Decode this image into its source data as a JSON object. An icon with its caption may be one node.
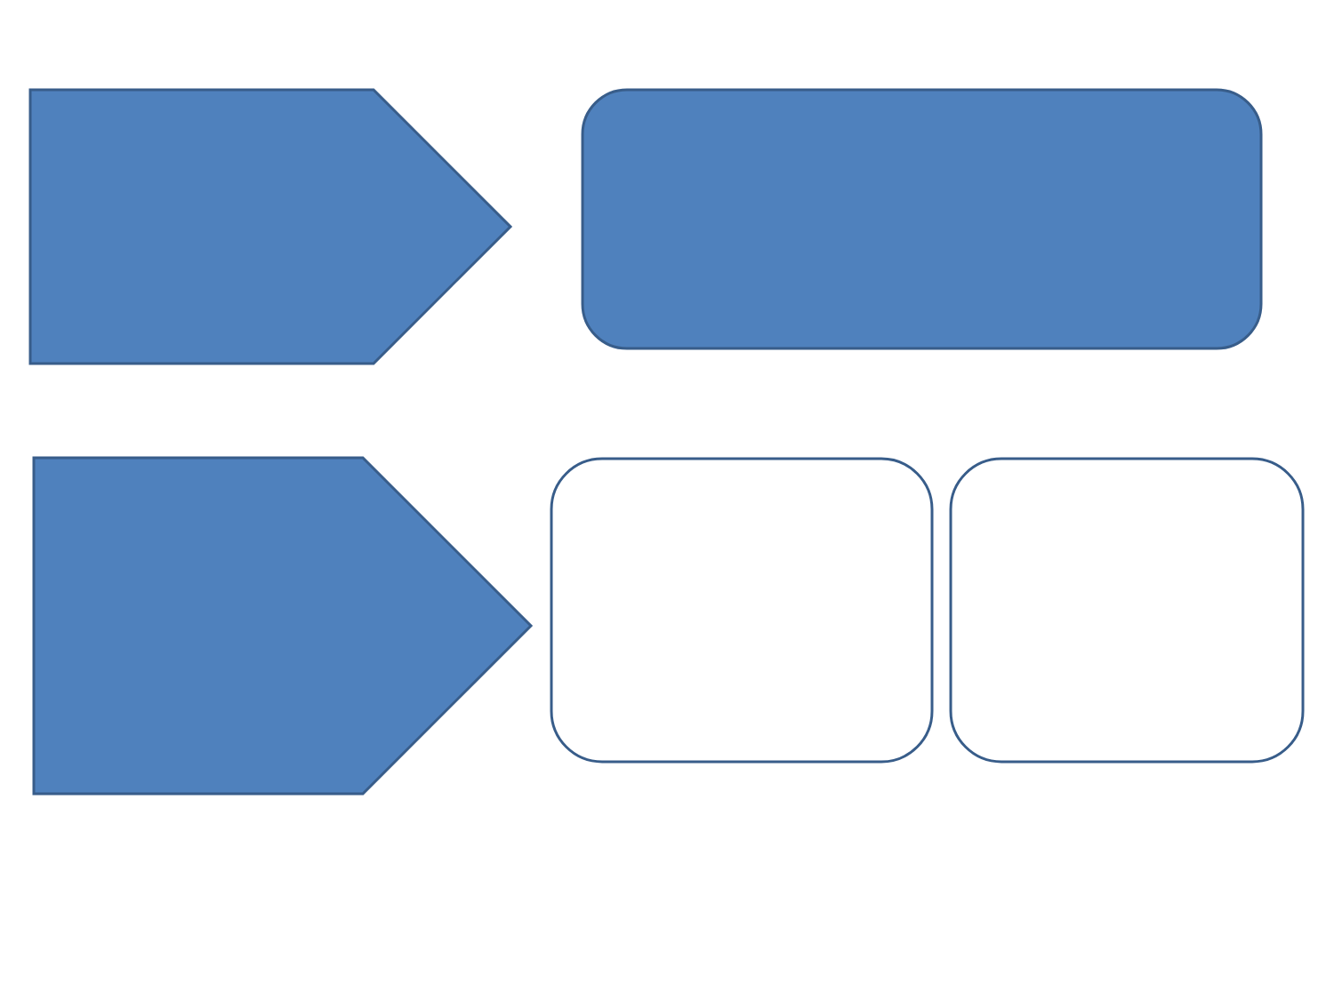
{
  "diagram": {
    "nodes": [
      {
        "text": [],
        "shape": "pentagon"
      },
      {
        "text": [],
        "shape": "box"
      },
      {
        "text": [],
        "shape": "pentagon"
      },
      {
        "text": [],
        "shape": "box"
      },
      {
        "text": [],
        "shape": "box"
      }
    ]
  }
}
